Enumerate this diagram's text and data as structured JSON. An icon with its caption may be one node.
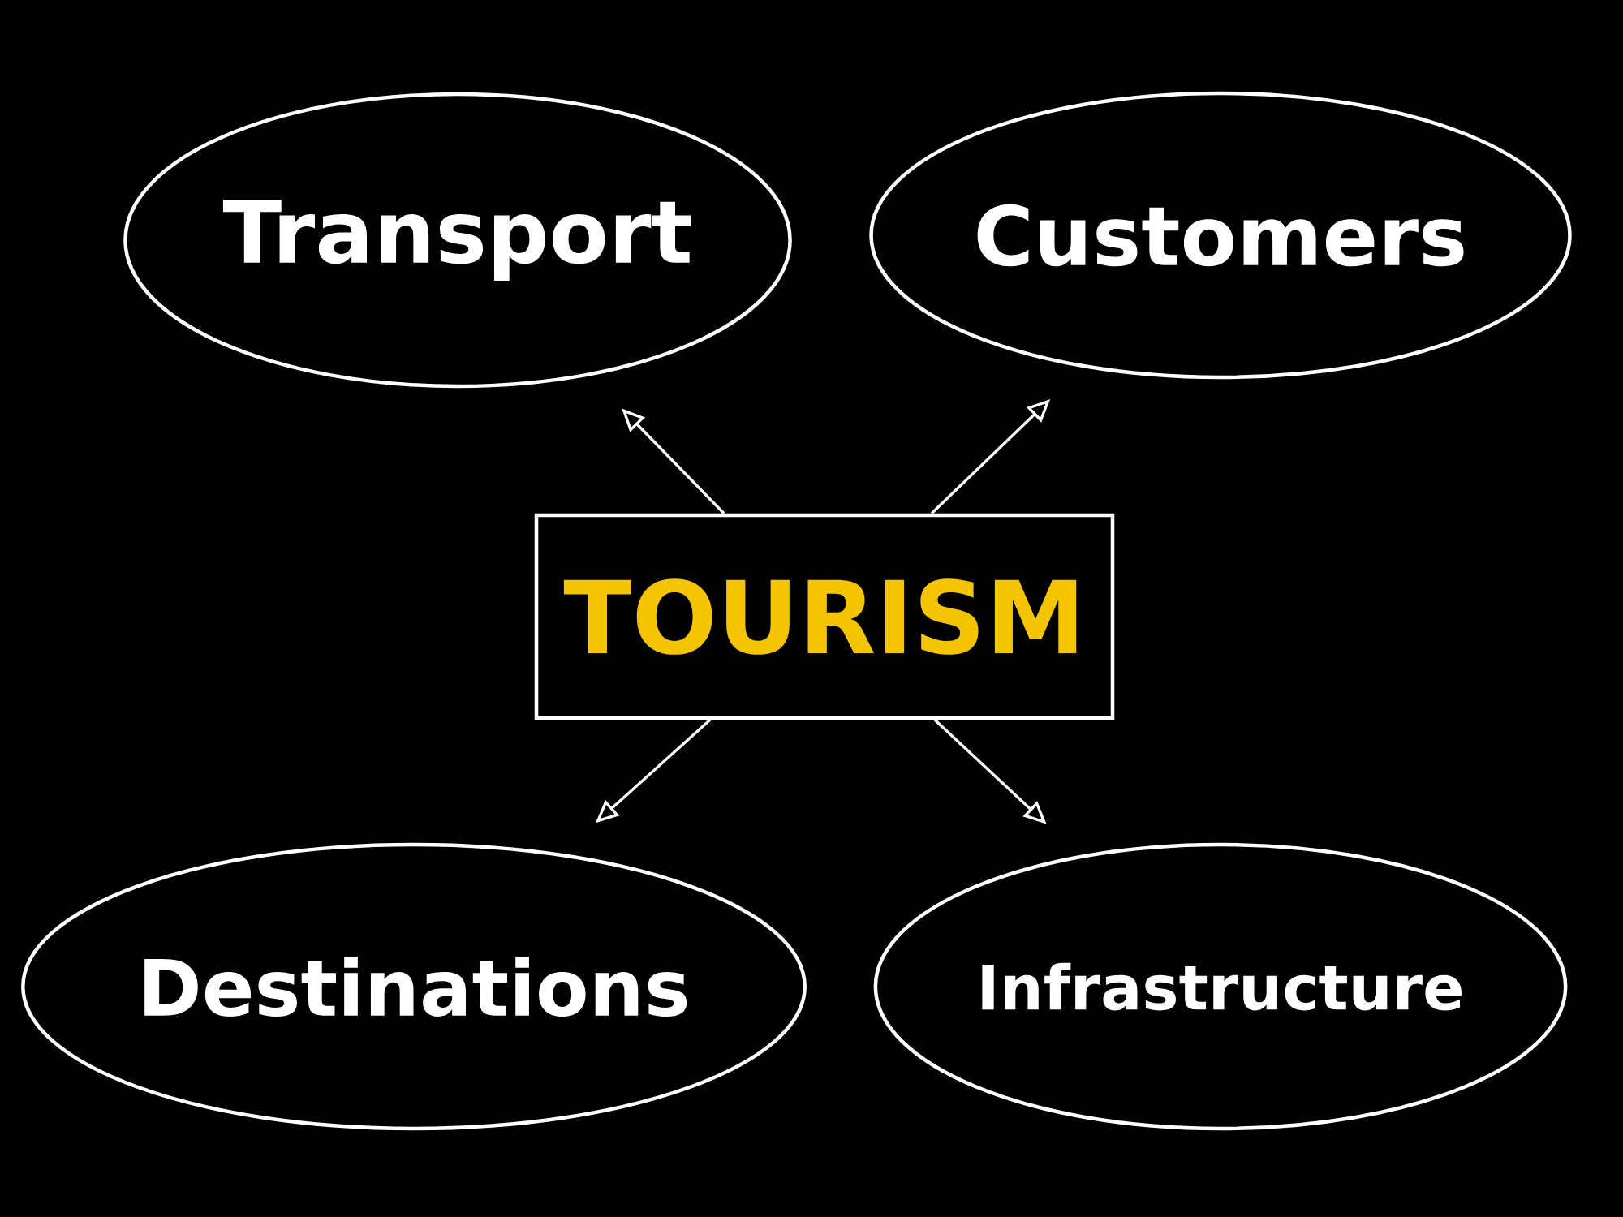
{
  "diagram": {
    "nodes": [
      {
        "text": [
          "TOURISM"
        ]
      },
      {
        "text": [
          "Transport"
        ]
      },
      {
        "text": [
          "Customers"
        ]
      },
      {
        "text": [
          "Destinations"
        ]
      },
      {
        "text": [
          "Infrastructure"
        ]
      }
    ],
    "edges": [
      {
        "from": 0,
        "to": 1,
        "arrow": "to"
      },
      {
        "from": 0,
        "to": 2,
        "arrow": "to"
      },
      {
        "from": 0,
        "to": 3,
        "arrow": "to"
      },
      {
        "from": 0,
        "to": 4,
        "arrow": "to"
      }
    ]
  }
}
